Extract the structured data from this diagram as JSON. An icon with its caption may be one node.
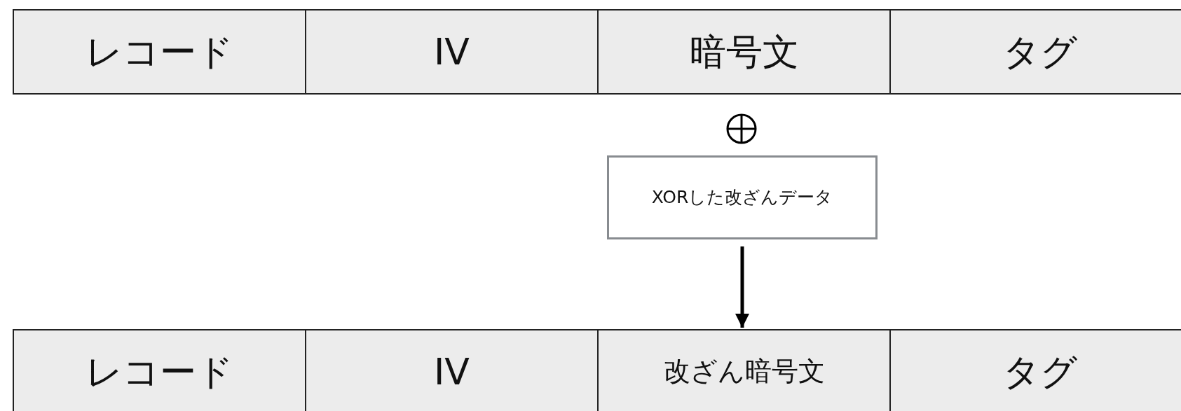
{
  "diagram": {
    "nodes": [
      {
        "text": [
          "レコード"
        ]
      },
      {
        "text": [
          "IV"
        ]
      },
      {
        "text": [
          "暗号文"
        ]
      },
      {
        "text": [
          "タグ"
        ]
      },
      {
        "text": [
          "XORした改ざんデータ"
        ]
      },
      {
        "text": [
          "レコード"
        ]
      },
      {
        "text": [
          "IV"
        ]
      },
      {
        "text": [
          "改ざん暗号文"
        ]
      },
      {
        "text": [
          "タグ"
        ]
      }
    ],
    "edges": [
      {
        "from": 4,
        "to": 7,
        "arrow": "to"
      }
    ]
  }
}
